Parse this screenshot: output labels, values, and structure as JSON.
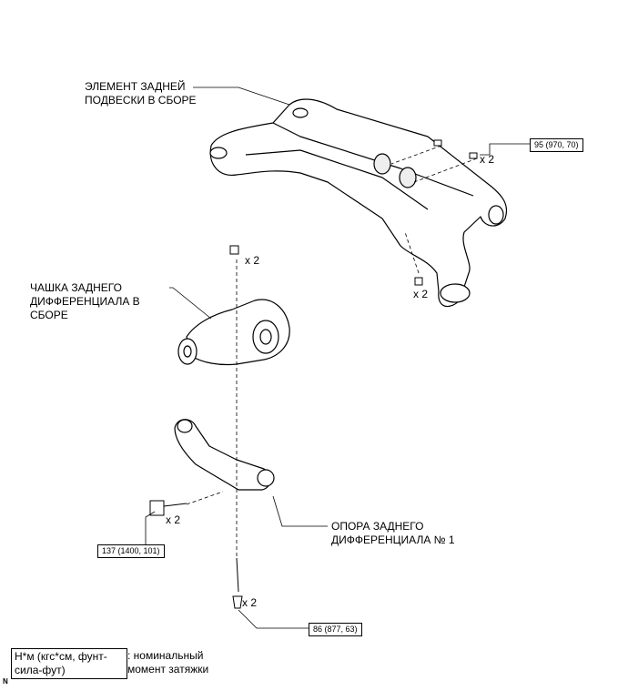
{
  "labels": {
    "subframe": [
      "ЭЛЕМЕНТ ЗАДНЕЙ",
      "ПОДВЕСКИ В СБОРЕ"
    ],
    "diff_carrier": [
      "ЧАШКА ЗАДНЕГО",
      "ДИФФЕРЕНЦИАЛА В",
      "СБОРЕ"
    ],
    "diff_support": [
      "ОПОРА ЗАДНЕГО",
      "ДИФФЕРЕНЦИАЛА № 1"
    ]
  },
  "torques": {
    "t1": "95 (970, 70)",
    "t2": "137 (1400, 101)",
    "t3": "86 (877, 63)"
  },
  "quantities": {
    "q1": "x 2",
    "q2": "x 2",
    "q3": "x 2",
    "q4": "x 2",
    "q5": "x 2"
  },
  "legend": {
    "unit": [
      "Н*м (кгс*см, фунт-",
      "сила-фут)"
    ],
    "description": [
      ": номинальный",
      "момент затяжки"
    ]
  },
  "corner_mark": "N"
}
